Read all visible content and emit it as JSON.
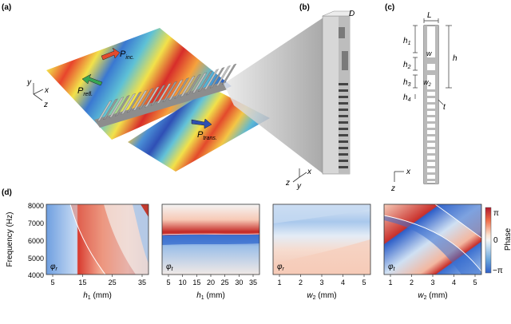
{
  "panel_labels": {
    "a": "(a)",
    "b": "(b)",
    "c": "(c)",
    "d": "(d)"
  },
  "panel_a": {
    "p_inc": "P",
    "p_inc_sub": "inc.",
    "p_refl": "P",
    "p_refl_sub": "refl.",
    "p_trans": "P",
    "p_trans_sub": "trans.",
    "axis_y": "y",
    "axis_x": "x",
    "axis_z": "z"
  },
  "panel_b": {
    "label_D": "D",
    "axis_x": "x",
    "axis_y": "y",
    "axis_z": "z"
  },
  "panel_c": {
    "L": "L",
    "h1": "h",
    "h1_sub": "1",
    "w": "w",
    "h2": "h",
    "h2_sub": "2",
    "h": "h",
    "h3": "h",
    "h3_sub": "3",
    "w2": "w",
    "w2_sub": "2",
    "h4": "h",
    "h4_sub": "4",
    "t": "t",
    "axis_x": "x",
    "axis_z": "z"
  },
  "panel_d": {
    "ylabel": "Frequency (Hz)",
    "yticks": [
      "8000",
      "7000",
      "6000",
      "5000",
      "4000"
    ],
    "colorbar": {
      "label": "Phase",
      "top": "π",
      "mid": "0",
      "bottom": "−π",
      "colors": [
        "#b2182b",
        "#ef6f4a",
        "#fbe3d0",
        "#f5f5f5",
        "#cfe3f3",
        "#6aa6dc",
        "#2e5fc8"
      ]
    },
    "maps": [
      {
        "phi": "φ",
        "phi_sub": "r",
        "xlabel_var": "h",
        "xlabel_sub": "1",
        "xlabel_unit": " (mm)",
        "xticks": [
          "5",
          "15",
          "25",
          "35"
        ]
      },
      {
        "phi": "φ",
        "phi_sub": "t",
        "xlabel_var": "h",
        "xlabel_sub": "1",
        "xlabel_unit": " (mm)",
        "xticks": [
          "5",
          "10",
          "15",
          "20",
          "25",
          "30",
          "35"
        ]
      },
      {
        "phi": "φ",
        "phi_sub": "r",
        "xlabel_var": "w",
        "xlabel_sub": "2",
        "xlabel_unit": " (mm)",
        "xticks": [
          "1",
          "2",
          "3",
          "4",
          "5"
        ]
      },
      {
        "phi": "φ",
        "phi_sub": "t",
        "xlabel_var": "w",
        "xlabel_sub": "2",
        "xlabel_unit": " (mm)",
        "xticks": [
          "1",
          "2",
          "3",
          "4",
          "5"
        ]
      }
    ]
  }
}
